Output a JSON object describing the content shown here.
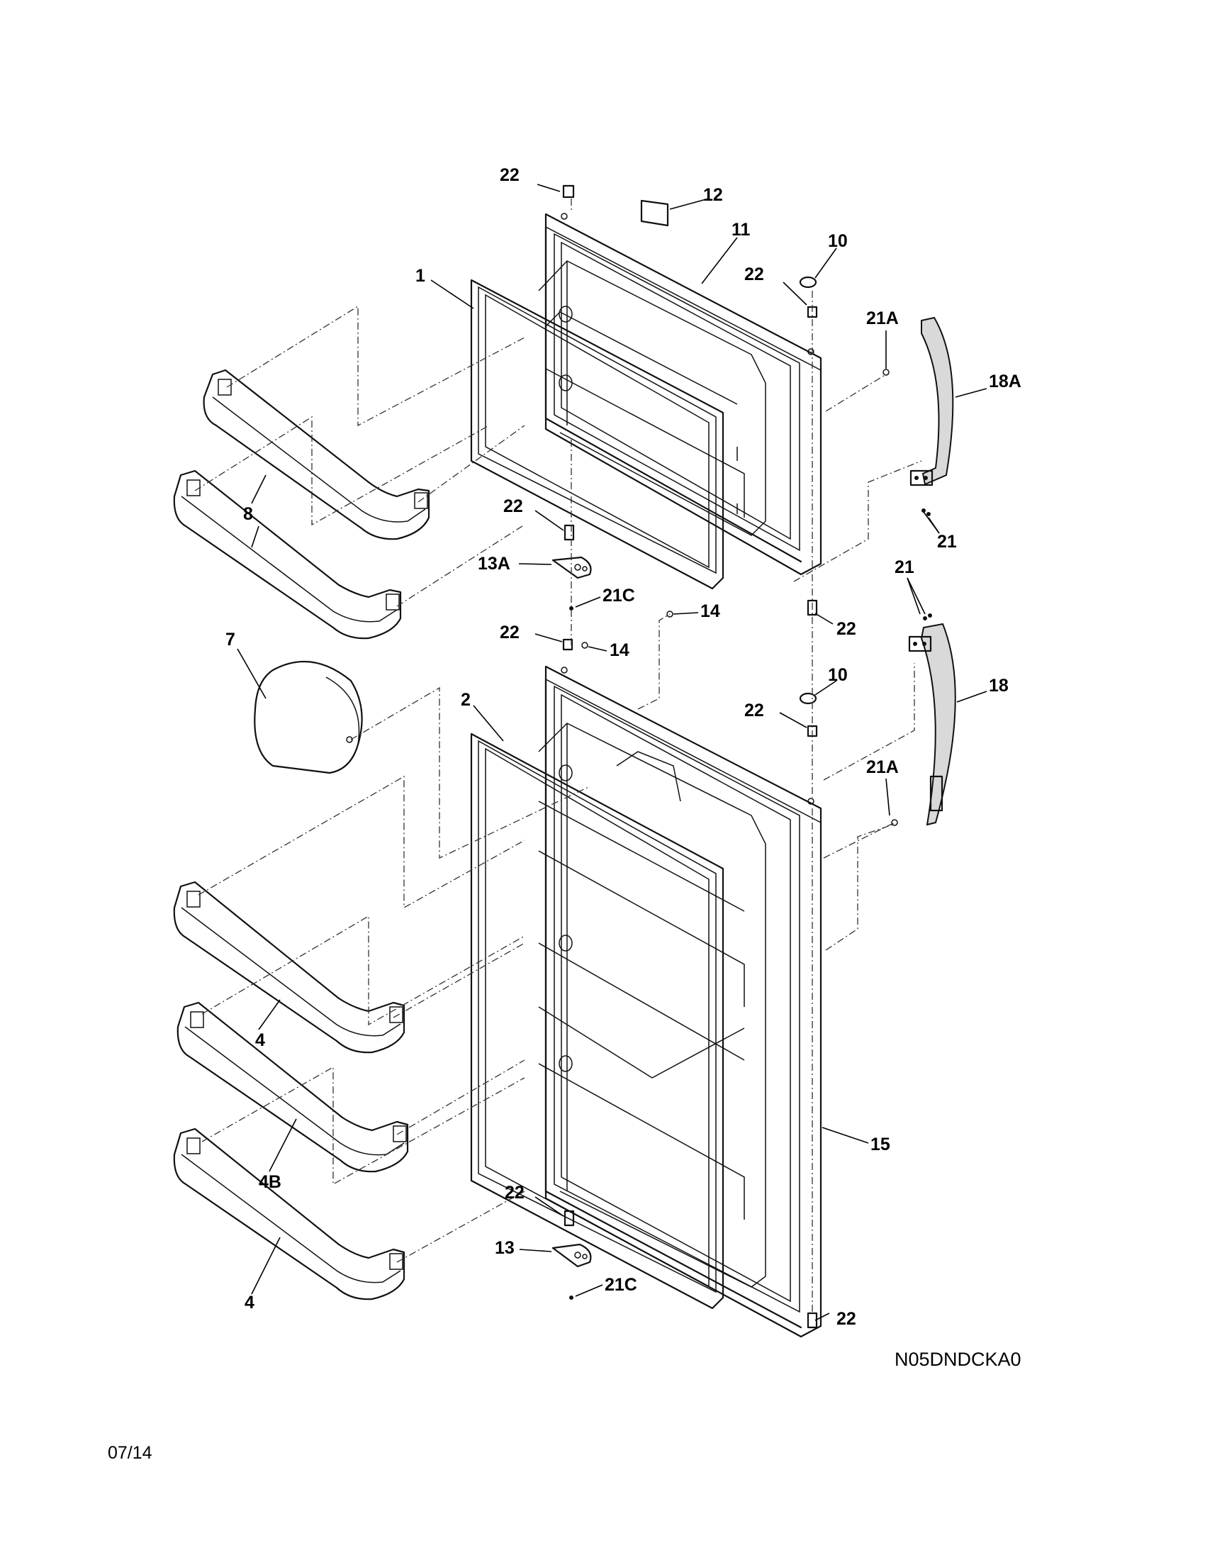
{
  "diagram_code": "N05DNDCKA0",
  "date": "07/14",
  "callouts": {
    "c22_top": "22",
    "c12": "12",
    "c11": "11",
    "c10_upper": "10",
    "c22_upper_hinge": "22",
    "c1": "1",
    "c21A_upper": "21A",
    "c18A": "18A",
    "c8": "8",
    "c22_mid_left": "22",
    "c13A": "13A",
    "c21C_upper": "21C",
    "c21_upper": "21",
    "c14_a": "14",
    "c22_mid_bottom": "22",
    "c22_lower_top": "22",
    "c14_b": "14",
    "c21_lower": "21",
    "c7": "7",
    "c10_lower": "10",
    "c2": "2",
    "c18": "18",
    "c22_lower_hinge": "22",
    "c21A_lower": "21A",
    "c4_upper": "4",
    "c15": "15",
    "c4B": "4B",
    "c22_bottom_left": "22",
    "c13": "13",
    "c21C_lower": "21C",
    "c4_lower": "4",
    "c22_bottom_right": "22"
  }
}
